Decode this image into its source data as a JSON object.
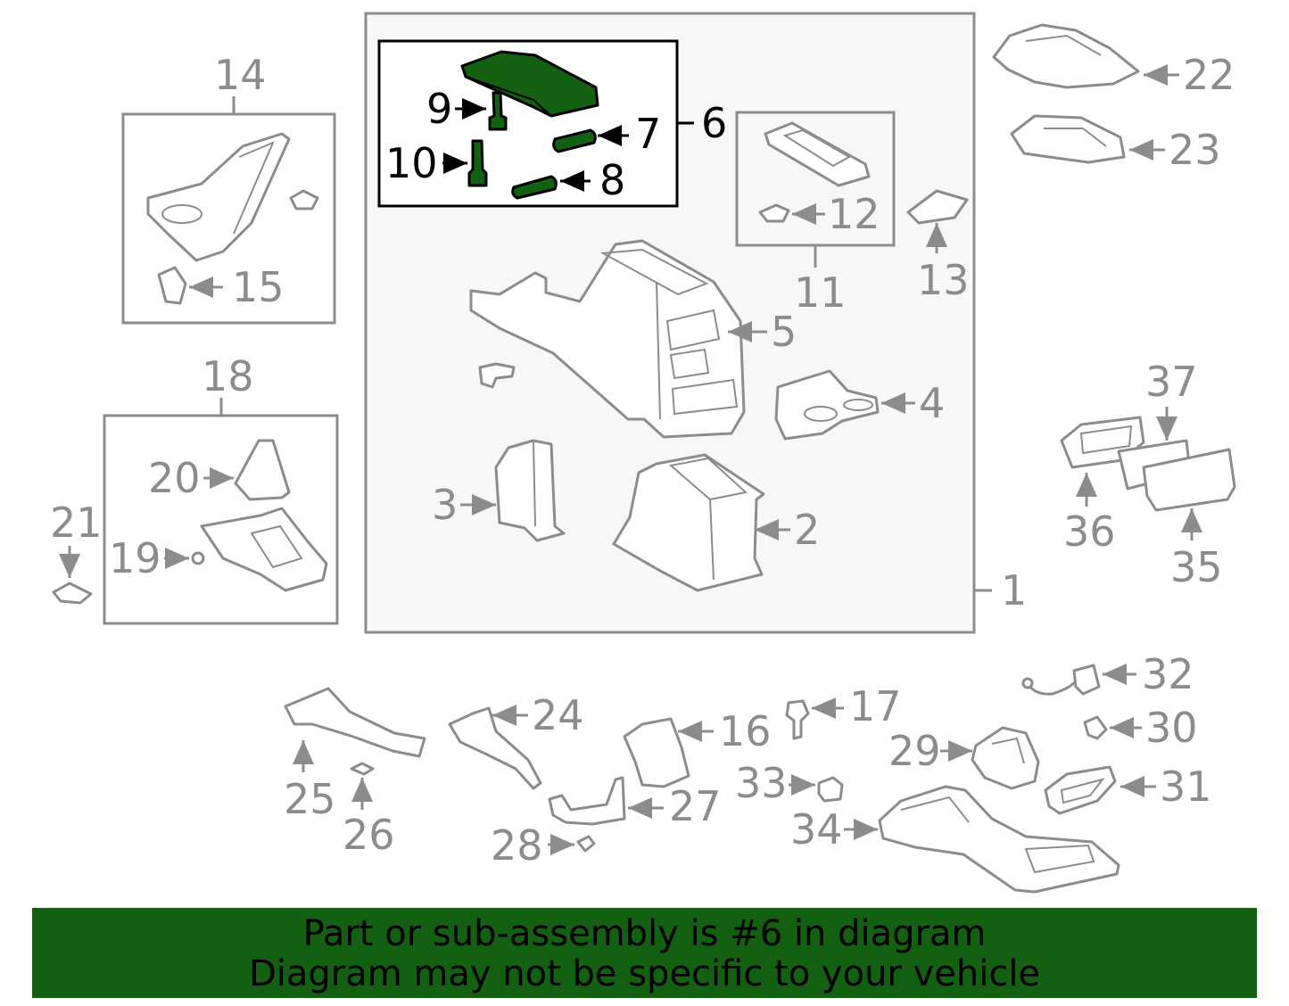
{
  "diagram": {
    "labels": {
      "p1": "1",
      "p2": "2",
      "p3": "3",
      "p4": "4",
      "p5": "5",
      "p6": "6",
      "p7": "7",
      "p8": "8",
      "p9": "9",
      "p10": "10",
      "p11": "11",
      "p12": "12",
      "p13": "13",
      "p14": "14",
      "p15": "15",
      "p16": "16",
      "p17": "17",
      "p18": "18",
      "p19": "19",
      "p20": "20",
      "p21": "21",
      "p22": "22",
      "p23": "23",
      "p24": "24",
      "p25": "25",
      "p26": "26",
      "p27": "27",
      "p28": "28",
      "p29": "29",
      "p30": "30",
      "p31": "31",
      "p32": "32",
      "p33": "33",
      "p34": "34",
      "p35": "35",
      "p36": "36",
      "p37": "37"
    },
    "highlighted_part": "6",
    "colors": {
      "highlight": "#136013",
      "line": "#8c8c8c",
      "frame": "#000000"
    }
  },
  "banner": {
    "line1": "Part or sub-assembly is #6 in diagram",
    "line2": "Diagram may not be specific to your vehicle"
  }
}
